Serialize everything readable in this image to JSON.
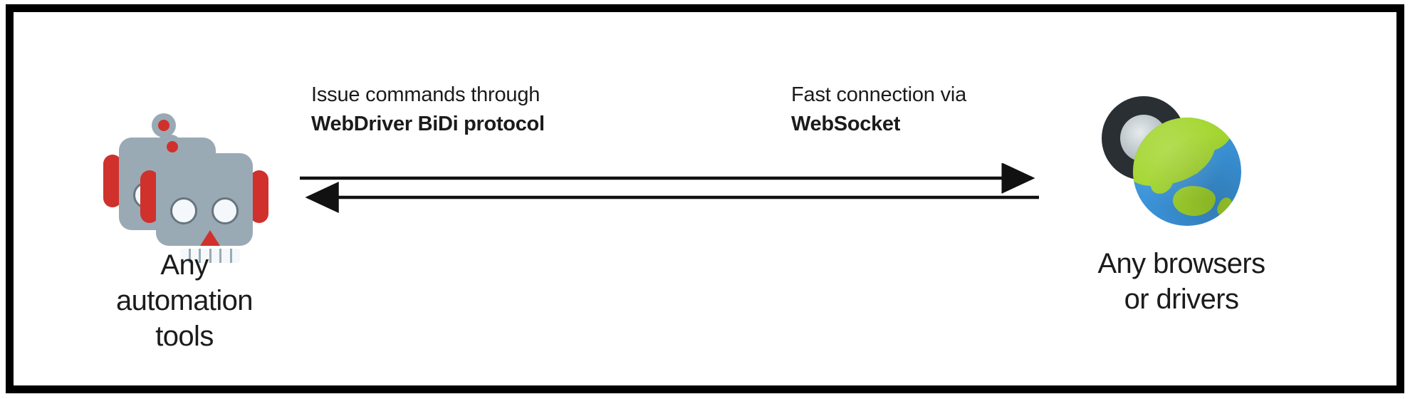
{
  "diagram": {
    "title": "WebDriver BiDi communication diagram",
    "background_color": "#ffffff",
    "border_color": "#000000",
    "text_color": "#1b1b1b",
    "nodes": [
      {
        "id": "automation",
        "icon": "robot-icon",
        "caption": "Any\nautomation\ntools"
      },
      {
        "id": "browsers",
        "icon": "globe-tire-icon",
        "caption": "Any browsers\nor drivers"
      }
    ],
    "connections": [
      {
        "id": "commands",
        "direction": "right",
        "label_line1": "Issue commands through",
        "label_line2": "WebDriver BiDi protocol"
      },
      {
        "id": "events",
        "direction": "left",
        "label_line1": "Fast connection via",
        "label_line2": "WebSocket"
      }
    ]
  }
}
